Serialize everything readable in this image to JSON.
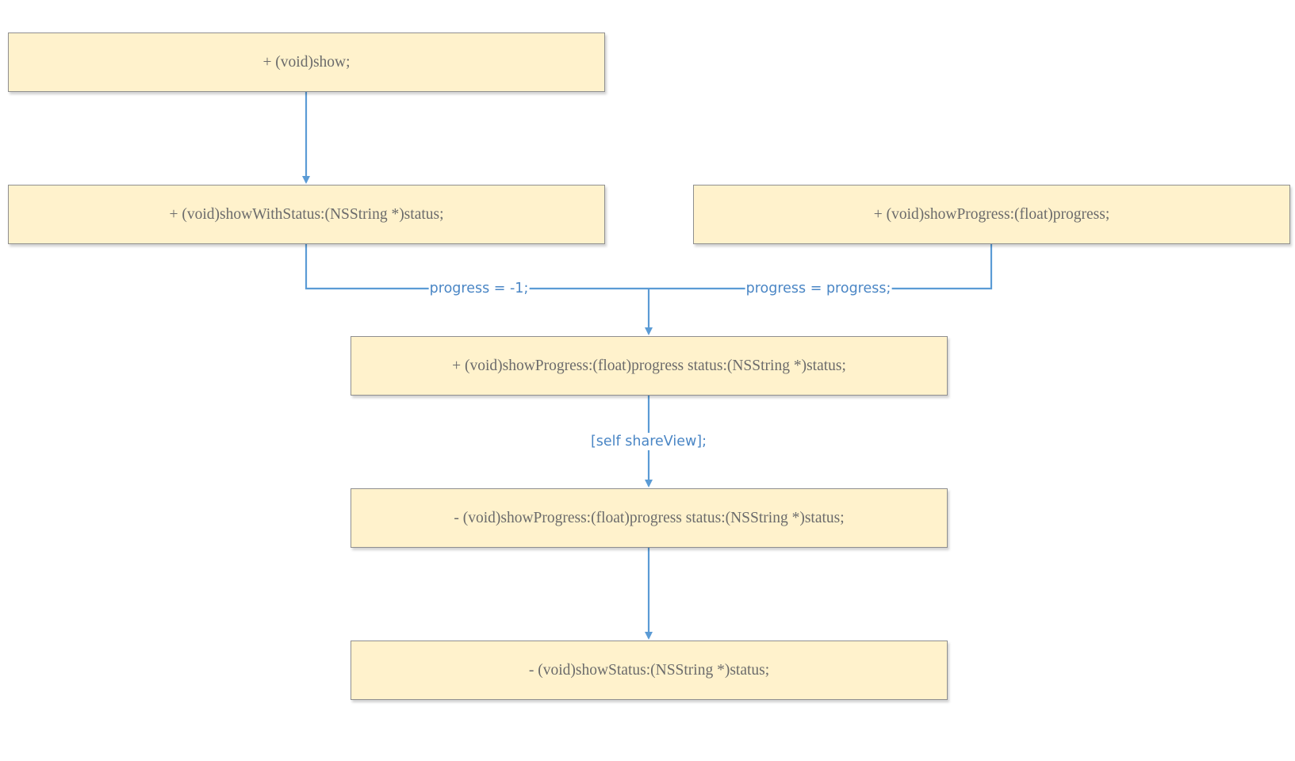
{
  "colors": {
    "node_fill": "#fff2cc",
    "node_border": "#8f8f8f",
    "node_text": "#6b6b6b",
    "connector": "#5b9bd5",
    "label_text": "#4a86c5"
  },
  "nodes": {
    "show": "+ (void)show;",
    "show_with_status": "+ (void)showWithStatus:(NSString *)status;",
    "show_progress": "+ (void)showProgress:(float)progress;",
    "class_show_progress_status": "+ (void)showProgress:(float)progress status:(NSString *)status;",
    "instance_show_progress_status": "- (void)showProgress:(float)progress status:(NSString *)status;",
    "instance_show_status": "- (void)showStatus:(NSString *)status;"
  },
  "edge_labels": {
    "progress_negative": "progress = -1;",
    "progress_passthrough": "progress = progress;",
    "share_view": "[self shareView];"
  }
}
